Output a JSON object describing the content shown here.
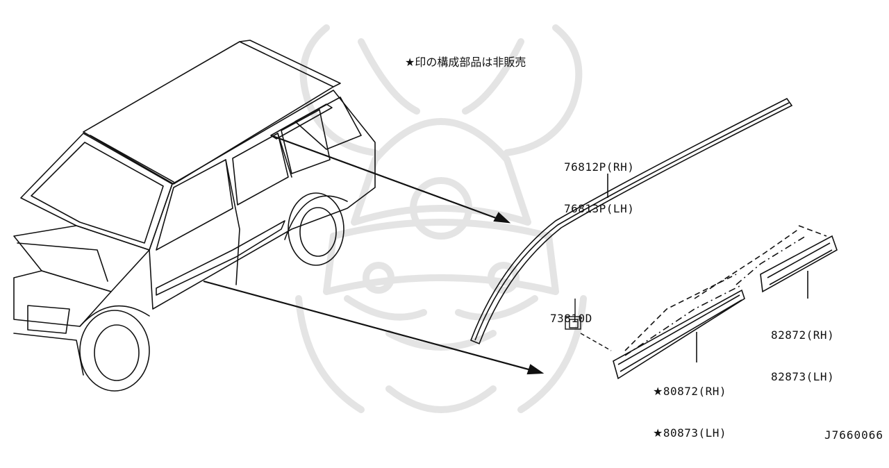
{
  "note": {
    "star": "★",
    "text": "印の構成部品は非販売"
  },
  "parts": [
    {
      "rh": "76812P(RH)",
      "lh": "76813P(LH)",
      "star": ""
    },
    {
      "single": "73810D"
    },
    {
      "rh": "82872(RH)",
      "lh": "82873(LH)",
      "star": ""
    },
    {
      "rh": "80872(RH)",
      "lh": "80873(LH)",
      "star": "★"
    }
  ],
  "diagram_code": "J7660066",
  "colors": {
    "line": "#111111",
    "watermark": "#e6e6e6",
    "background": "#ffffff"
  },
  "watermark": {
    "description_icon": "samurai-helmet-watermark"
  }
}
